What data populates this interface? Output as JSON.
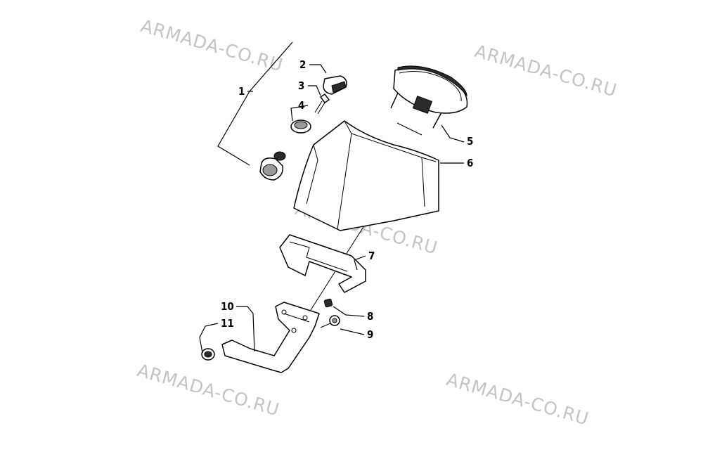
{
  "diagram": {
    "watermarks": [
      "ARMADA-CO.RU",
      "ARMADA-CO.RU",
      "ARMADA-CO.RU",
      "ARMADA-CO.RU",
      "ARMADA-CO.RU"
    ],
    "callouts": [
      "1",
      "2",
      "3",
      "4",
      "5",
      "6",
      "7",
      "8",
      "9",
      "10",
      "11"
    ]
  }
}
